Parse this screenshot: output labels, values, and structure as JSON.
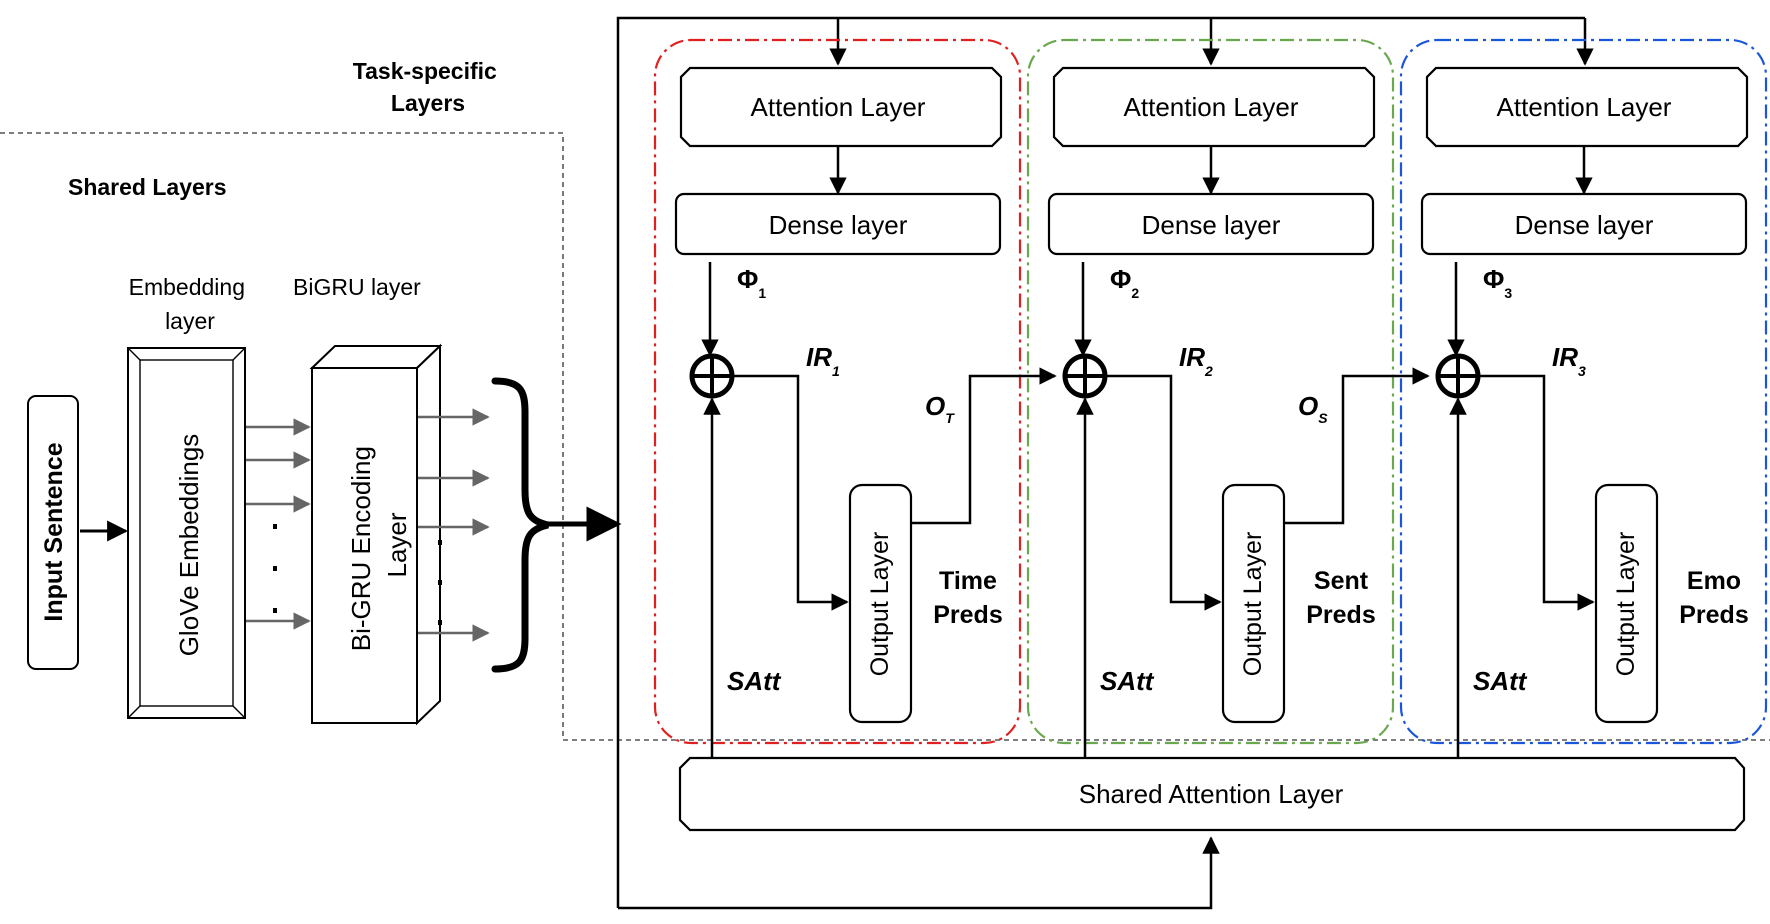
{
  "labels": {
    "task_specific": [
      "Task-specific",
      "Layers"
    ],
    "shared_layers": "Shared Layers",
    "embedding_layer": [
      "Embedding",
      "layer"
    ],
    "bigru_layer": "BiGRU layer",
    "input_sentence": "Input Sentence",
    "glove": "GloVe Embeddings",
    "bigru_encoding": [
      "Bi-GRU Encoding",
      "Layer"
    ],
    "shared_attention": "Shared Attention Layer"
  },
  "tasks": [
    {
      "attention": "Attention Layer",
      "dense": "Dense layer",
      "phi": "Φ",
      "phi_sub": "1",
      "ir": "IR",
      "ir_sub": "1",
      "satt": "SAtt",
      "output": "Output Layer",
      "preds": [
        "Time",
        "Preds"
      ],
      "out_var": "O",
      "out_sub": "T",
      "color": "#e02020"
    },
    {
      "attention": "Attention Layer",
      "dense": "Dense layer",
      "phi": "Φ",
      "phi_sub": "2",
      "ir": "IR",
      "ir_sub": "2",
      "satt": "SAtt",
      "output": "Output Layer",
      "preds": [
        "Sent",
        "Preds"
      ],
      "out_var": "O",
      "out_sub": "S",
      "color": "#6aa84f"
    },
    {
      "attention": "Attention Layer",
      "dense": "Dense layer",
      "phi": "Φ",
      "phi_sub": "3",
      "ir": "IR",
      "ir_sub": "3",
      "satt": "SAtt",
      "output": "Output Layer",
      "preds": [
        "Emo",
        "Preds"
      ],
      "color": "#1a56db"
    }
  ]
}
